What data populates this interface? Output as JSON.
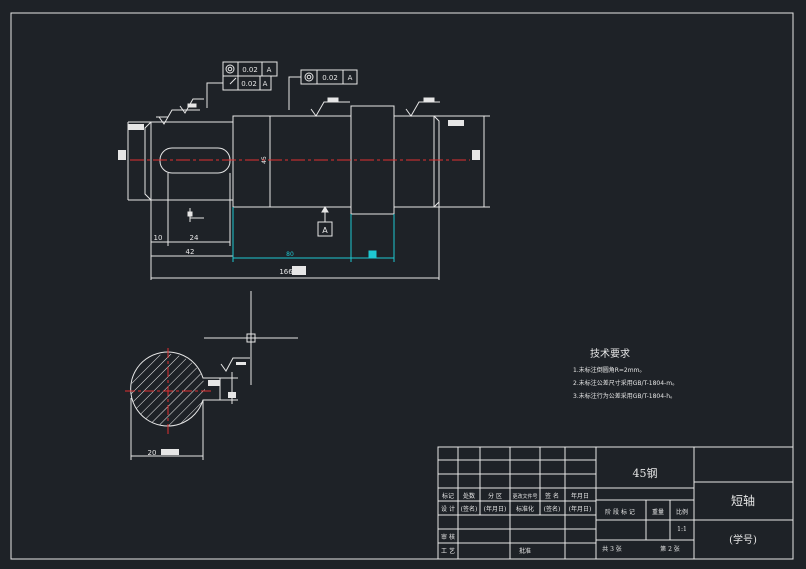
{
  "colors": {
    "background": "#1e2227",
    "line": "#e6e6e6",
    "centerline": "#e03030",
    "dimension": "#1ec8d2",
    "hatch": "#f0f0f0"
  },
  "datum_label": "A",
  "tolerance_frames": [
    {
      "symbol": "runout-icon",
      "value": "0.02",
      "datum": "A"
    },
    {
      "symbol": "perpendicularity-icon",
      "value": "0.02",
      "datum": "A"
    },
    {
      "symbol": "concentricity-icon",
      "value": "0.02",
      "datum": "A"
    }
  ],
  "dimensions": {
    "keyway_offset": "10",
    "keyway_length": "24",
    "section_length": "42",
    "middle_length": "80",
    "total_length": "166",
    "diameter": "45",
    "section_width": "20"
  },
  "tech_requirements": {
    "title": "技术要求",
    "items": [
      "1.未标注倒圆角R=2mm。",
      "2.未标注公差尺寸采用GB/T-1804-m。",
      "3.未标注行为公差采用GB/T-1804-h。"
    ]
  },
  "title_block": {
    "material": "45钢",
    "part_name": "短轴",
    "student_id": "(学号)",
    "scale": "1:1",
    "headers_row1": [
      "标记",
      "处数",
      "分 区",
      "更改文件号",
      "签 名",
      "年月日"
    ],
    "headers_row2": [
      "设 计",
      "(签名)",
      "(年月日)",
      "标准化",
      "(签名)",
      "(年月日)"
    ],
    "approval_labels": [
      "审 核",
      "工 艺",
      "批准"
    ],
    "stage_label": "阶 段 标 记",
    "weight_label": "重量",
    "scale_label": "比例",
    "total_sheets": "共 3 张",
    "sheet_no": "第 2 张"
  }
}
